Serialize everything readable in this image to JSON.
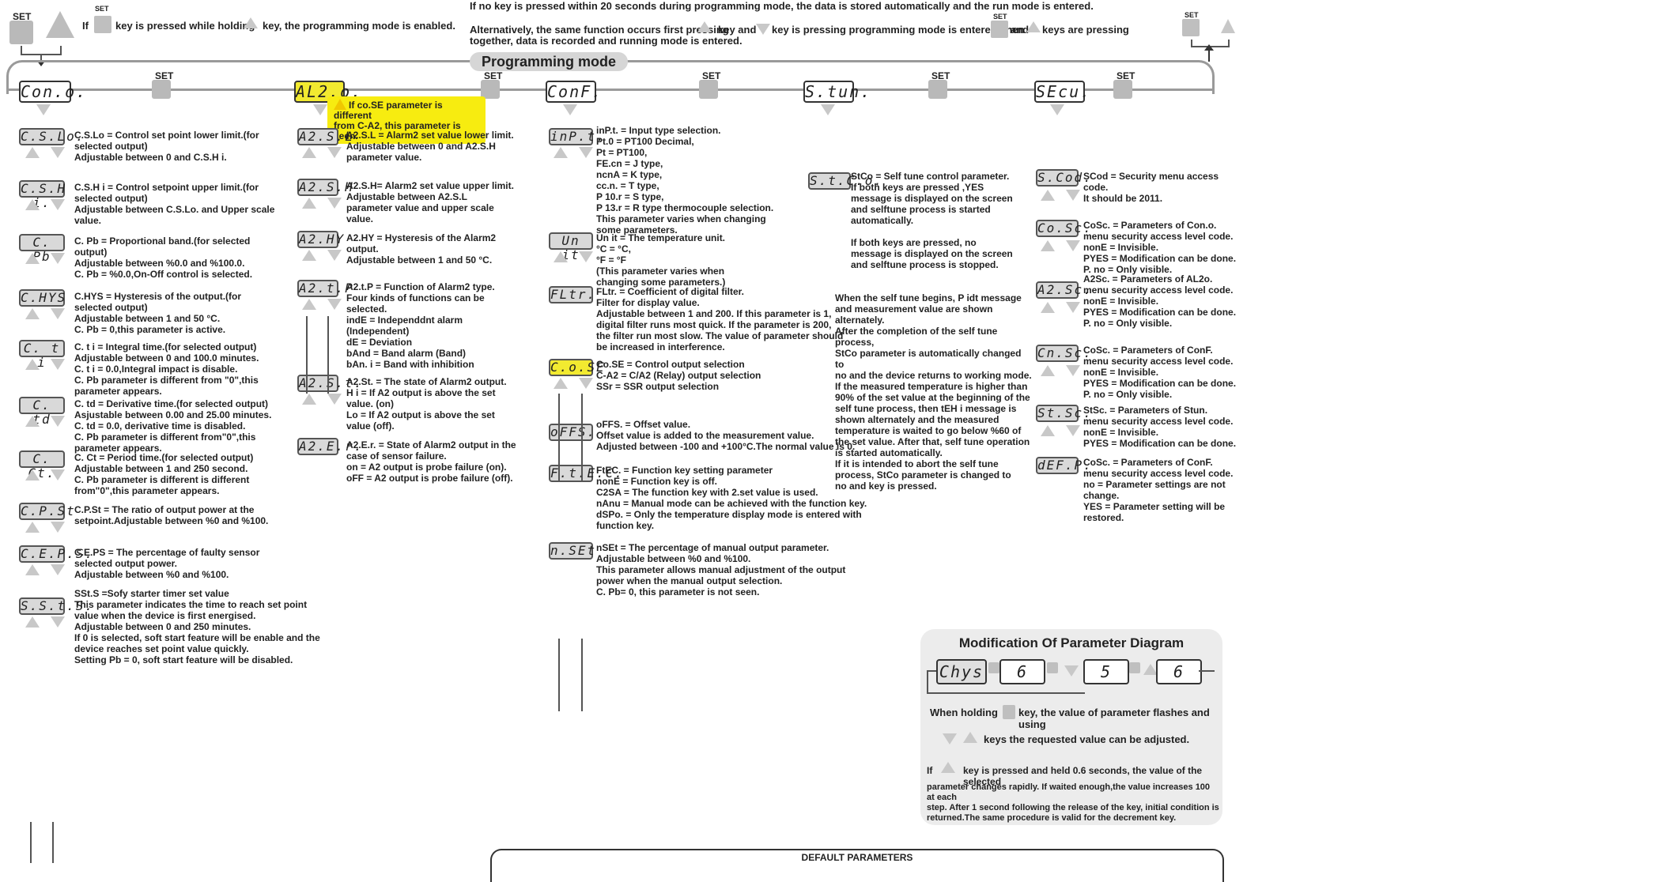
{
  "top": {
    "set_label": "SET",
    "intro_before": "If",
    "intro_middle": "key is pressed while holding",
    "intro_after": "key, the programming mode is enabled.",
    "auto_store": "If no key is pressed within 20 seconds during programming mode, the data is  stored automatically and the run mode is entered.",
    "alt_p1": "Alternatively, the  same function occurs first pressing",
    "alt_p2": "key and",
    "alt_p3": "key is pressing programming mode is entered.Then",
    "alt_p4": "and",
    "alt_p5": "keys are pressing",
    "alt_line2": "together, data is recorded and running mode is entered."
  },
  "mode_title": "Programming mode",
  "menus": [
    {
      "code": "Con.o."
    },
    {
      "code": "AL2.o."
    },
    {
      "code": "ConF."
    },
    {
      "code": "S.tun."
    },
    {
      "code": "SEcu."
    }
  ],
  "yellow_note": "If co.SE  parameter is different\nfrom C-A2, this parameter is seen.",
  "col1": [
    {
      "code": "C.S.Lo.",
      "text": "C.S.Lo = Control set point lower limit.(for\nselected output)\nAdjustable between  0 and C.S.H i."
    },
    {
      "code": "C.S.H i.",
      "text": "C.S.H i = Control setpoint upper limit.(for\nselected output)\nAdjustable between C.S.Lo. and Upper scale\nvalue."
    },
    {
      "code": "C. Pb",
      "text": "C. Pb = Proportional band.(for selected\noutput)\nAdjustable between %0.0 and %100.0.\nC. Pb = %0.0,On-Off control is selected."
    },
    {
      "code": "C.HYS",
      "text": "C.HYS = Hysteresis of the output.(for\nselected output)\nAdjustable between  1 and  50 °C.\nC. Pb = 0,this parameter is active."
    },
    {
      "code": "C. t i",
      "text": "C. t i = Integral time.(for selected output)\nAdjustable between 0 and 100.0 minutes.\nC. t i = 0.0,Integral impact is disable.\nC. Pb parameter is different from \"0\",this\nparameter appears."
    },
    {
      "code": "C. td",
      "text": "C. td = Derivative time.(for selected output)\nAsjustable between 0.00 and  25.00 minutes.\nC. td = 0.0, derivative time is disabled.\nC. Pb  parameter is different from\"0\",this\nparameter appears."
    },
    {
      "code": "C. Ct.",
      "text": "C. Ct = Period time.(for selected output)\nAdjustable between 1 and  250 second.\nC. Pb parameter is different is different\nfrom\"0\",this parameter appears."
    },
    {
      "code": "C.P.St",
      "text": "C.P.St = The ratio of output power at the\nsetpoint.Adjustable between  %0 and %100."
    },
    {
      "code": "C.E.P.S.",
      "text": "C.E.PS = The percentage of faulty sensor\nselected output power.\nAdjustable between %0 and %100."
    },
    {
      "code": "S.S.t.S.",
      "text": "SSt.S  =Sofy starter timer set value\nThis parameter indicates the time to reach set point\nvalue when the device is first energised.\nAdjustable between 0 and 250 minutes.\nIf 0 is selected, soft start feature will be enable and the\ndevice reaches set point value quickly.\nSetting Pb = 0, soft start feature will be disabled."
    }
  ],
  "col2": [
    {
      "code": "A2.S.L",
      "text": "A2.S.L = Alarm2 set value lower limit.\nAdjustable between 0 and A2.S.H\nparameter value."
    },
    {
      "code": "A2.S.H",
      "text": "A2.S.H= Alarm2 set value upper limit.\nAdjustable between A2.S.L\nparameter value and upper scale\nvalue."
    },
    {
      "code": "A2.HY",
      "text": "A2.HY = Hysteresis of the Alarm2\noutput.\nAdjustable between 1 and 50 °C."
    },
    {
      "code": "A2.t.P",
      "text": "A2.t.P =  Function of Alarm2 type.\nFour kinds of functions can be\nselected.\nindE = Independdnt  alarm\n(Independent)\ndE  = Deviation\nbAnd = Band alarm (Band)\nbAn. i = Band with inhibition"
    },
    {
      "code": "A2.S.t.",
      "text": "A2.St.  = The state of Alarm2 output.\nH i = If A2 output is above the set\nvalue. (on)\nLo = If A2 output is above the set\nvalue (off)."
    },
    {
      "code": "A2.E.r.",
      "text": "A2.E.r. = State of Alarm2 output in the\ncase of sensor failure.\non  = A2 output is probe failure (on).\noFF = A2 output is probe failure (off)."
    }
  ],
  "col3": [
    {
      "code": "inP.t.",
      "text": "inP.t. = Input type selection.\nPt.0  =  PT100 Decimal,\n  Pt  = PT100,\nFE.cn = J type,\nncnA = K type,\ncc.n.  = T type,\nP 10.r = S type,\nP 13.r = R type thermocouple selection.\nThis parameter varies when changing\n some parameters."
    },
    {
      "code": "Un it",
      "text": "Un it = The temperature unit.\n    °C = °C,\n    °F =  °F\n(This parameter varies when\nchanging some parameters.)"
    },
    {
      "code": "FLtr.",
      "text": "FLtr. = Coefficient of digital filter.\nFilter for display value.\nAdjustable between 1 and 200. If this parameter is 1,\n digital filter runs most quick. If the parameter is 200,\n the filter run most slow. The value of parameter should\n be increased in interference."
    },
    {
      "code": "C.o.SE",
      "text": "Co.SE = Control output selection\nC-A2 = C/A2 (Relay) output selection\nSSr   = SSR output selection"
    },
    {
      "code": "oFFS.",
      "text": "oFFS. = Offset value.\nOffset value is added to the measurement value.\nAdjusted between -100 and +100°C.The normal value is 0."
    },
    {
      "code": "F.t.E.C.",
      "text": "FtEC.  = Function key setting parameter\nnonE  = Function key is off.\nC2SA = The function key with 2.set value is used.\nnAnu = Manual mode can be achieved with the function key.\ndSPo. = Only the temperature display mode is entered with\nfunction key."
    },
    {
      "code": "n.SEt",
      "text": "nSEt = The percentage of manual output parameter.\nAdjustable between %0 and %100.\nThis parameter allows manual adjustment of the output\npower when the manual output selection.\nC. Pb= 0, this parameter is not seen."
    }
  ],
  "col4": {
    "code": "S.t.C.o.",
    "text1": "StCo = Self tune control parameter.\nIf both    keys are pressed ,YES\nmessage is displayed on the screen\nand selftune process is started\nautomatically.\n\nIf both    keys are pressed, no\nmessage is displayed on the screen\nand selftune process is stopped.",
    "text2": "When the self tune begins, P idt message\nand measurement value are shown\nalternately.\nAfter the completion of the self tune process,\nStCo parameter is automatically changed to\nno and the device returns to working mode.\nIf the measured temperature is higher than\n90% of the set value at the beginning of the\nself tune process, then tEH i message is\nshown alternately and the measured\ntemperature is waited to go below %60 of\nthe set value. After that, self tune operation\nis started automatically.\nIf it is intended to abort  the self tune\nprocess, StCo parameter is changed to\nno and    key is pressed."
  },
  "col5": [
    {
      "code": "S.Cod.",
      "text": "SCod = Security menu access\ncode.\nIt should be 2011."
    },
    {
      "code": "Co.Sc.",
      "text": "CoSc. = Parameters of Con.o.\nmenu security access level code.\nnonE = Invisible.\nPYES = Modification can be done.\nP. no = Only visible."
    },
    {
      "code": "A2.Sc.",
      "text": "A2Sc. = Parameters of AL2o.\nmenu security access level code.\nnonE = Invisible.\nPYES = Modification can be done.\nP. no = Only visible."
    },
    {
      "code": "Cn.Sc.",
      "text": "CoSc. = Parameters of ConF.\nmenu security access level code.\nnonE = Invisible.\nPYES = Modification can be done.\nP. no = Only visible."
    },
    {
      "code": "St.Sc.",
      "text": "StSc. = Parameters of Stun.\nmenu security access level code.\nnonE = Invisible.\nPYES = Modification can be done."
    },
    {
      "code": "dEF.P.",
      "text": "CoSc. = Parameters of ConF.\nmenu security access level code.\nno = Parameter settings are not\nchange.\nYES = Parameter setting will be\nrestored."
    }
  ],
  "diagram": {
    "title": "Modification Of Parameter Diagram",
    "display": "Chys",
    "val1": "6",
    "val2": "5",
    "val3": "6",
    "hold_a": "When holding",
    "hold_b": "key, the value of parameter flashes and using",
    "hold_c": "keys the requested value can be adjusted.",
    "rapid_a": "If",
    "rapid_b": "key is pressed and held 0.6 seconds, the value of the selected",
    "rapid_c": "parameter changes rapidly. If  waited enough,the value increases 100 at each\nstep. After 1 second following the release of the key, initial condition  is\nreturned.The same procedure is valid for the decrement key."
  },
  "defaults_title": "DEFAULT PARAMETERS"
}
